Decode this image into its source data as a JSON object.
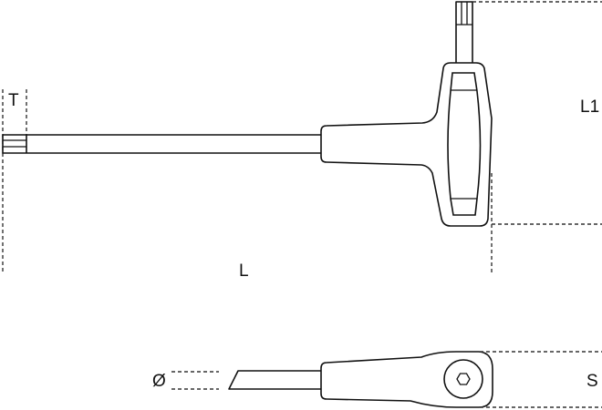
{
  "diagram": {
    "subject": "T-handle key drawing",
    "views": [
      "side-view",
      "top-view"
    ],
    "labels": {
      "tip_length": "T",
      "handle_height": "L1",
      "total_length": "L",
      "diameter": "Ø",
      "handle_thickness": "S"
    },
    "colors": {
      "line": "#111111",
      "dimension": "#333333",
      "background": "#ffffff"
    }
  }
}
